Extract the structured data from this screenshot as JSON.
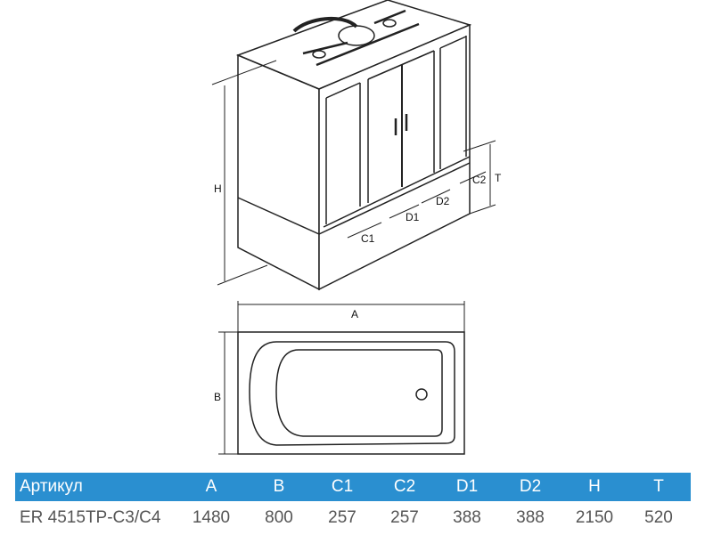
{
  "diagram": {
    "isometric_labels": {
      "H": "H",
      "T": "T",
      "C1": "C1",
      "C2": "C2",
      "D1": "D1",
      "D2": "D2"
    },
    "plan_labels": {
      "A": "A",
      "B": "B"
    }
  },
  "table": {
    "header_color": "#2a8fd0",
    "headers": [
      "Артикул",
      "A",
      "B",
      "C1",
      "C2",
      "D1",
      "D2",
      "H",
      "T"
    ],
    "rows": [
      [
        "ER 4515TP-C3/C4",
        "1480",
        "800",
        "257",
        "257",
        "388",
        "388",
        "2150",
        "520"
      ]
    ]
  }
}
